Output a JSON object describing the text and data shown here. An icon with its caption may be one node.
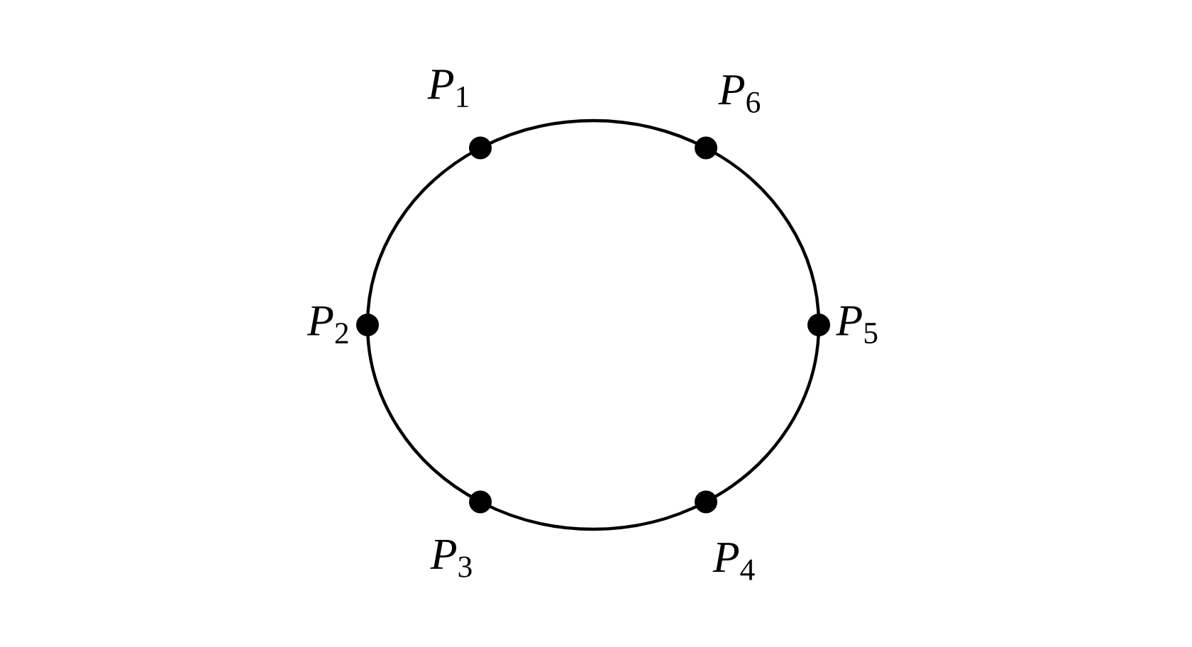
{
  "diagram": {
    "nodes": [
      {
        "text": [],
        "shape": "circle",
        "beside": [
          "*P*$_{1}$"
        ]
      },
      {
        "text": [],
        "shape": "circle",
        "beside": [
          "*P*$_{2}$"
        ]
      },
      {
        "text": [],
        "shape": "circle",
        "beside": [
          "*P*$_{3}$"
        ]
      },
      {
        "text": [],
        "shape": "circle",
        "beside": [
          "*P*$_{4}$"
        ]
      },
      {
        "text": [],
        "shape": "circle",
        "beside": [
          "*P*$_{5}$"
        ]
      },
      {
        "text": [],
        "shape": "circle",
        "beside": [
          "*P*$_{6}$"
        ]
      }
    ],
    "edges": [
      {
        "from": 0,
        "to": 1,
        "arrow": "none"
      },
      {
        "from": 1,
        "to": 2,
        "arrow": "none"
      },
      {
        "from": 2,
        "to": 3,
        "arrow": "none"
      },
      {
        "from": 3,
        "to": 4,
        "arrow": "none"
      },
      {
        "from": 4,
        "to": 5,
        "arrow": "none"
      },
      {
        "from": 5,
        "to": 0,
        "arrow": "none"
      }
    ]
  }
}
